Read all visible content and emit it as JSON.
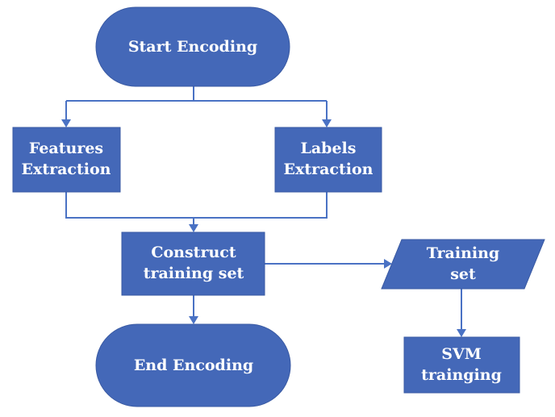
{
  "nodes": {
    "start": {
      "label": "Start Encoding"
    },
    "features": {
      "line1": "Features",
      "line2": "Extraction"
    },
    "labels": {
      "line1": "Labels",
      "line2": "Extraction"
    },
    "construct": {
      "line1": "Construct",
      "line2": "training set"
    },
    "training_set": {
      "line1": "Training",
      "line2": "set"
    },
    "end": {
      "label": "End Encoding"
    },
    "svm": {
      "line1": "SVM",
      "line2": "trainging"
    }
  },
  "colors": {
    "node_fill": "#4468b8",
    "edge": "#4a72c4",
    "text": "#ffffff"
  }
}
